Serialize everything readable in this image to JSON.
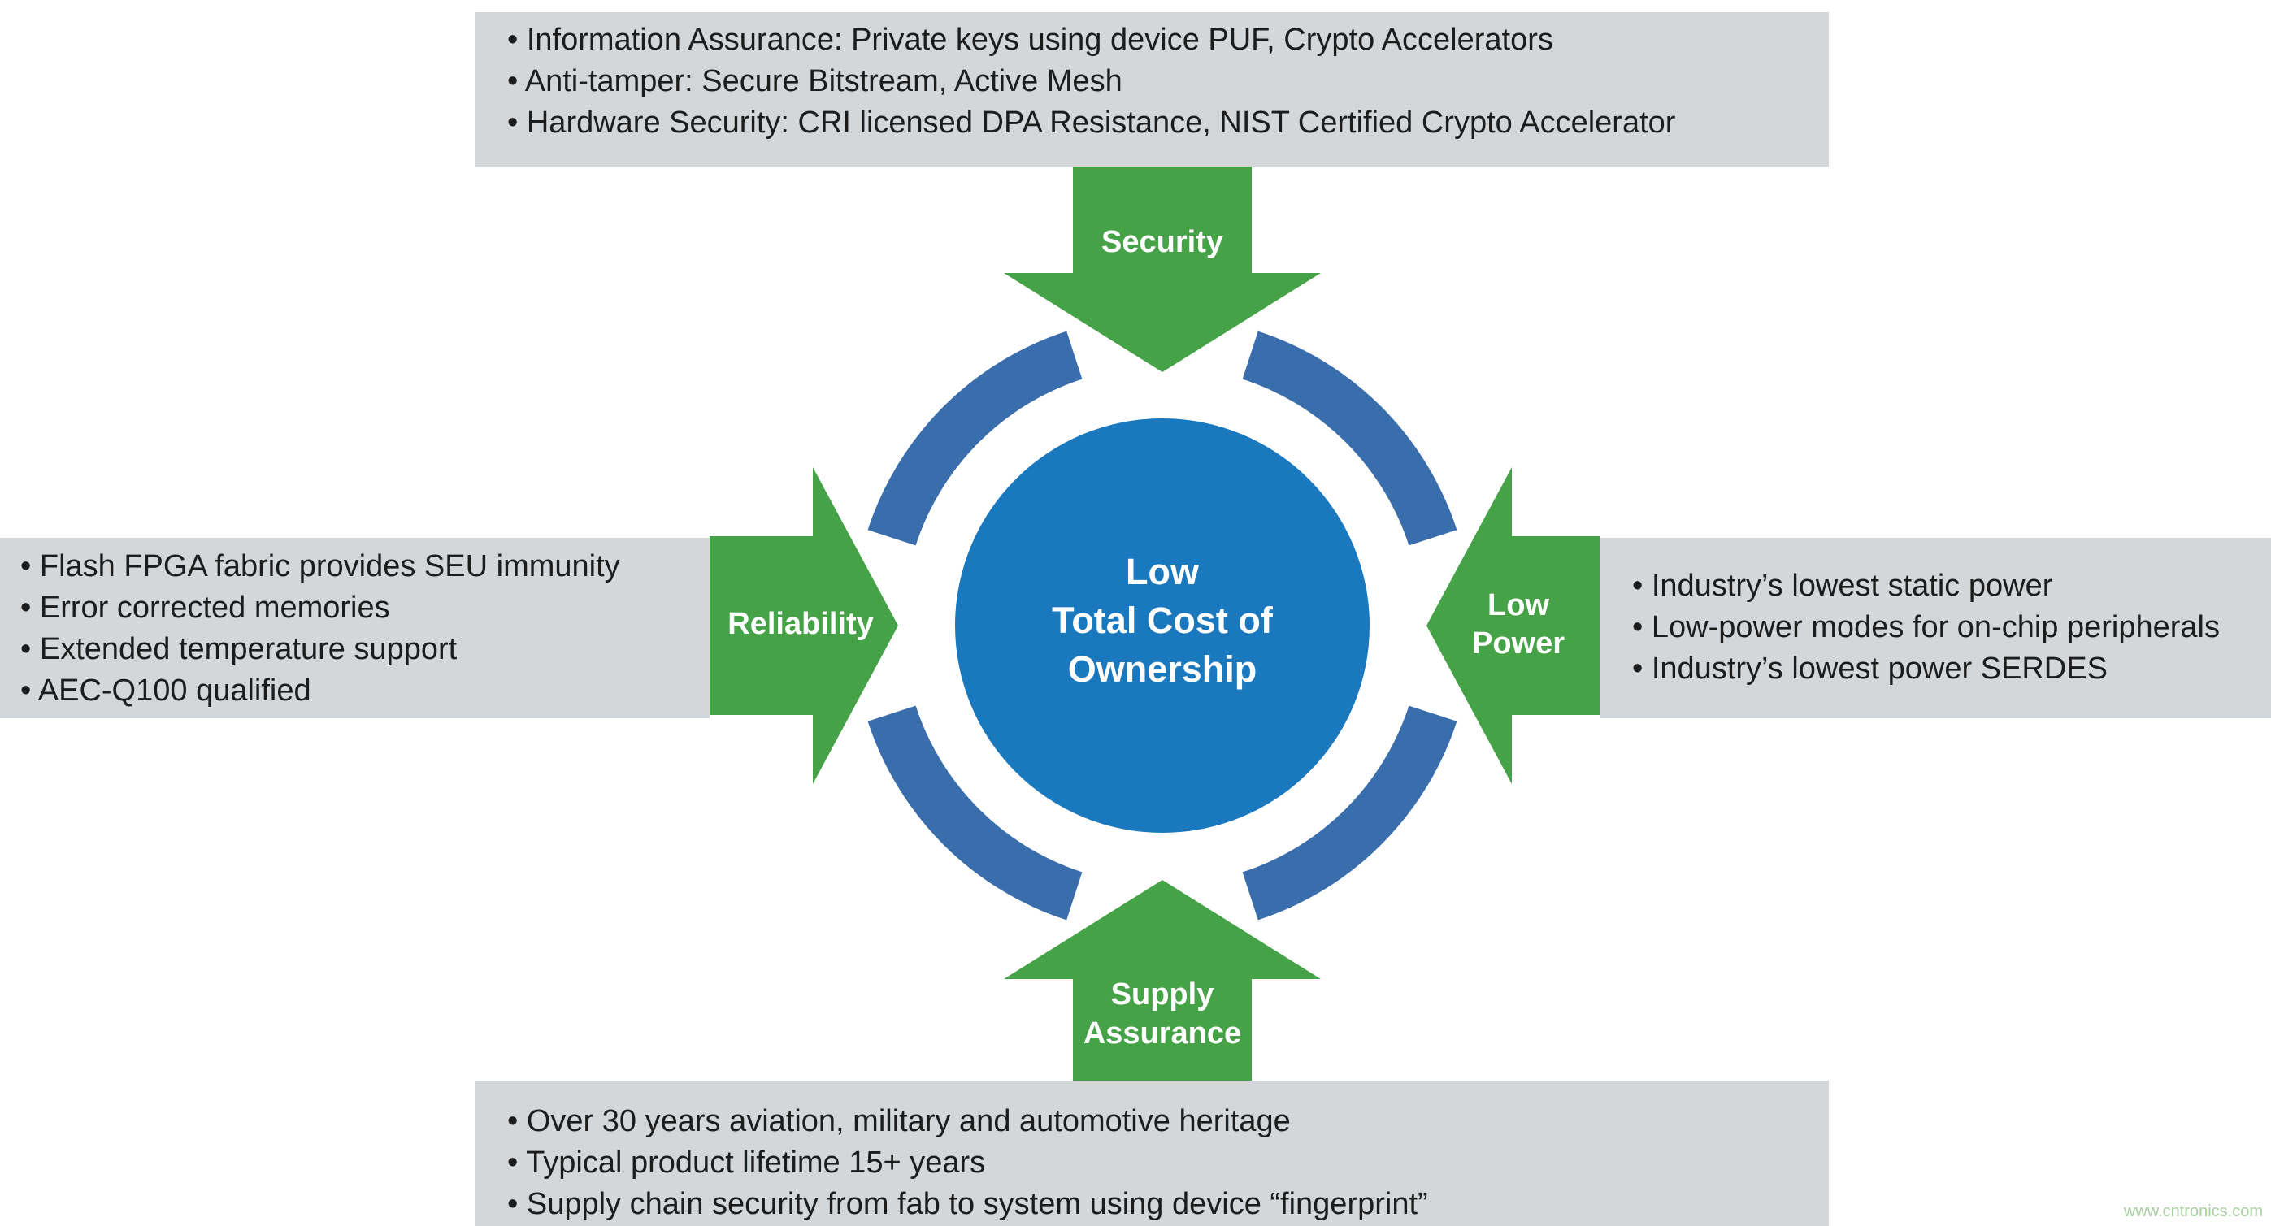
{
  "page": {
    "watermark": "www.cntronics.com"
  },
  "colors": {
    "background": "#ffffff",
    "panel_gray": "#d4d7d9",
    "arrow_green": "#45a247",
    "ring_blue": "#3a6dab",
    "circle_blue": "#1978be",
    "text_dark": "#1c1c1c",
    "label_white": "#ffffff",
    "watermark_green": "#a9cfa0"
  },
  "center_circle": {
    "lines": [
      "Low",
      "Total Cost of",
      "Ownership"
    ]
  },
  "arrows": {
    "top": {
      "label": "Security"
    },
    "left": {
      "label": "Reliability"
    },
    "right": {
      "label_lines": [
        "Low",
        "Power"
      ]
    },
    "bottom": {
      "label_lines": [
        "Supply",
        "Assurance"
      ]
    }
  },
  "panels": {
    "top": {
      "bullets": [
        "• Information Assurance: Private keys using device PUF, Crypto Accelerators",
        "• Anti-tamper: Secure Bitstream, Active Mesh",
        "• Hardware Security: CRI licensed DPA Resistance, NIST Certified Crypto Accelerator"
      ]
    },
    "left": {
      "bullets": [
        "• Flash FPGA fabric provides SEU immunity",
        "• Error corrected memories",
        "• Extended temperature support",
        "• AEC-Q100 qualified"
      ]
    },
    "right": {
      "bullets": [
        "• Industry’s lowest static power",
        "• Low-power modes for on-chip peripherals",
        "• Industry’s lowest power SERDES"
      ]
    },
    "bottom": {
      "bullets": [
        "• Over 30 years aviation, military and automotive heritage",
        "• Typical product lifetime 15+ years",
        "• Supply chain security from fab to system using device “fingerprint”"
      ]
    }
  }
}
